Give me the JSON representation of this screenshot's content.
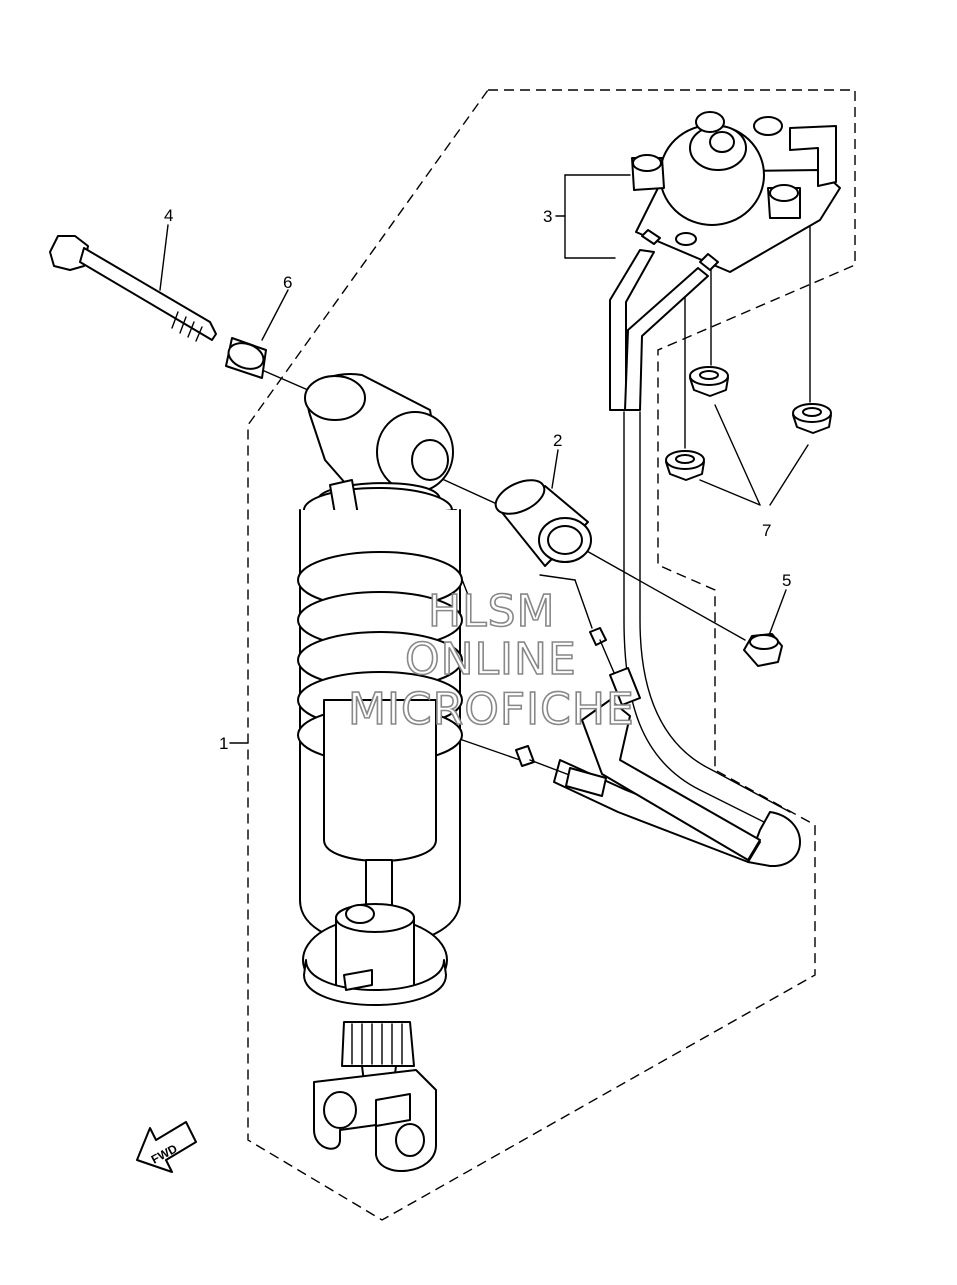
{
  "callouts": {
    "c1": "1",
    "c2": "2",
    "c3": "3",
    "c4": "4",
    "c5": "5",
    "c6": "6",
    "c7": "7"
  },
  "watermark": {
    "line1": "HLSM",
    "line2": "ONLINE",
    "line3": "MICROFICHE"
  },
  "direction_badge": {
    "label": "FWD"
  },
  "icons": {
    "direction": "fwd-arrow-icon"
  }
}
